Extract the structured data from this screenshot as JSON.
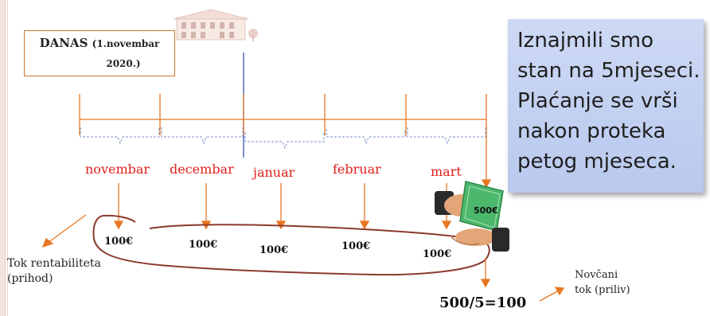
{
  "today": {
    "label": "DANAS",
    "date_part1": "(1.novembar",
    "date_part2": "2020.)"
  },
  "info_lines": [
    "Iznajmili smo",
    "stan na 5mjeseci.",
    "Plaćanje se vrši",
    "nakon proteka",
    "petog mjeseca."
  ],
  "months": [
    "novembar",
    "decembar",
    "januar",
    "februar",
    "mart"
  ],
  "amounts": [
    "100€",
    "100€",
    "100€",
    "100€",
    "100€"
  ],
  "money_amount": "500€",
  "left_note": [
    "Tok rentabiliteta",
    "(prihod)"
  ],
  "right_note": [
    "Novčani",
    "tok (priliv)"
  ],
  "formula": "500/5=100",
  "colors": {
    "accent": "#e87722",
    "month_text": "#e0201c",
    "loop": "#8b3a2f",
    "today_line": "#3a56b0"
  },
  "icons": [
    "building-icon",
    "money-hands-icon"
  ]
}
